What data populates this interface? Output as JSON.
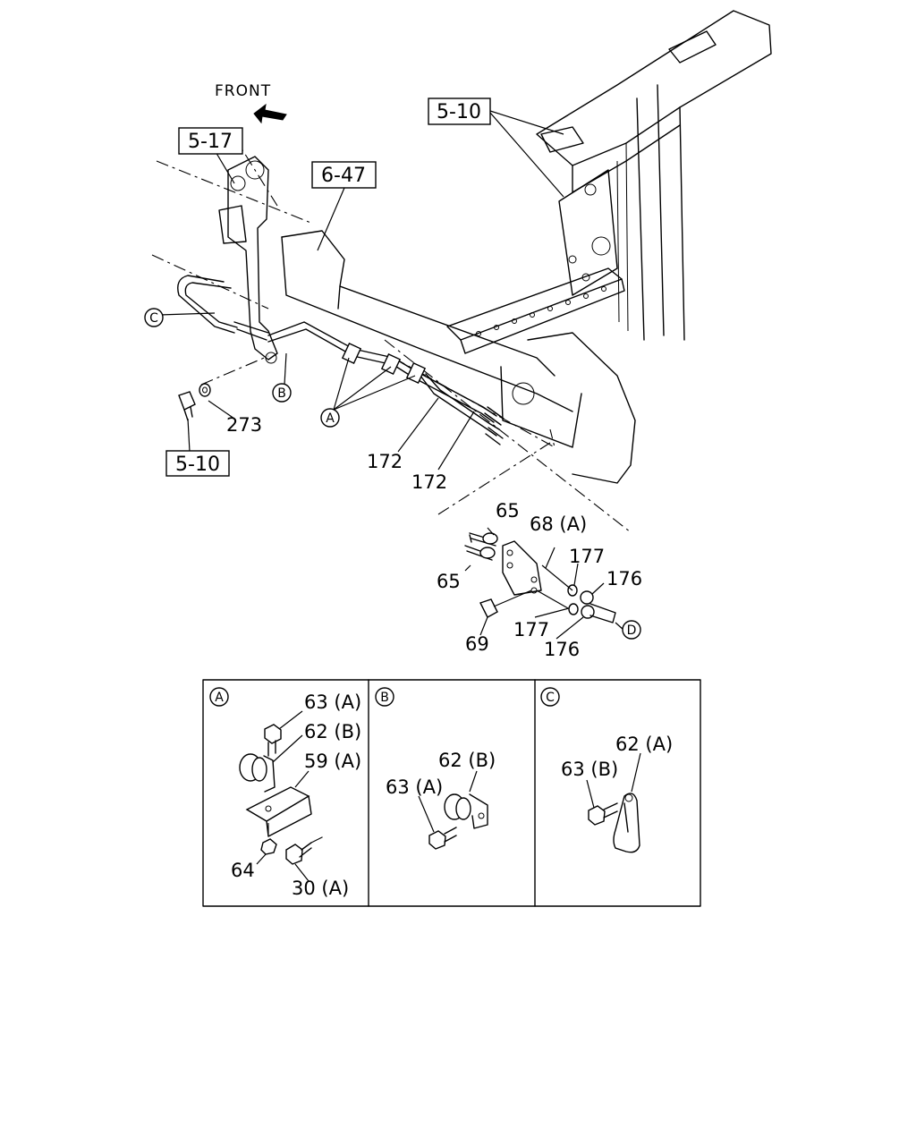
{
  "orientation": {
    "front_label": "FRONT",
    "arrow_icon": "front-arrow-icon"
  },
  "ref_boxes": [
    {
      "id": "ref-5-10-top",
      "text": "5-10"
    },
    {
      "id": "ref-5-17",
      "text": "5-17"
    },
    {
      "id": "ref-6-47",
      "text": "6-47"
    },
    {
      "id": "ref-5-10-bottom",
      "text": "5-10"
    }
  ],
  "callouts": {
    "part_273": "273",
    "part_172_a": "172",
    "part_172_b": "172",
    "part_65_a": "65",
    "part_65_b": "65",
    "part_68A": "68 (A)",
    "part_177_a": "177",
    "part_177_b": "177",
    "part_176_a": "176",
    "part_176_b": "176",
    "part_69": "69"
  },
  "circle_refs": {
    "A": "A",
    "B": "B",
    "C": "C",
    "D": "D"
  },
  "detail_panels": [
    {
      "letter": "A",
      "labels": {
        "p1": "63 (A)",
        "p2": "62 (B)",
        "p3": "59 (A)",
        "p4": "64",
        "p5": "30 (A)"
      }
    },
    {
      "letter": "B",
      "labels": {
        "p1": "62 (B)",
        "p2": "63 (A)"
      }
    },
    {
      "letter": "C",
      "labels": {
        "p1": "62 (A)",
        "p2": "63 (B)"
      }
    }
  ]
}
